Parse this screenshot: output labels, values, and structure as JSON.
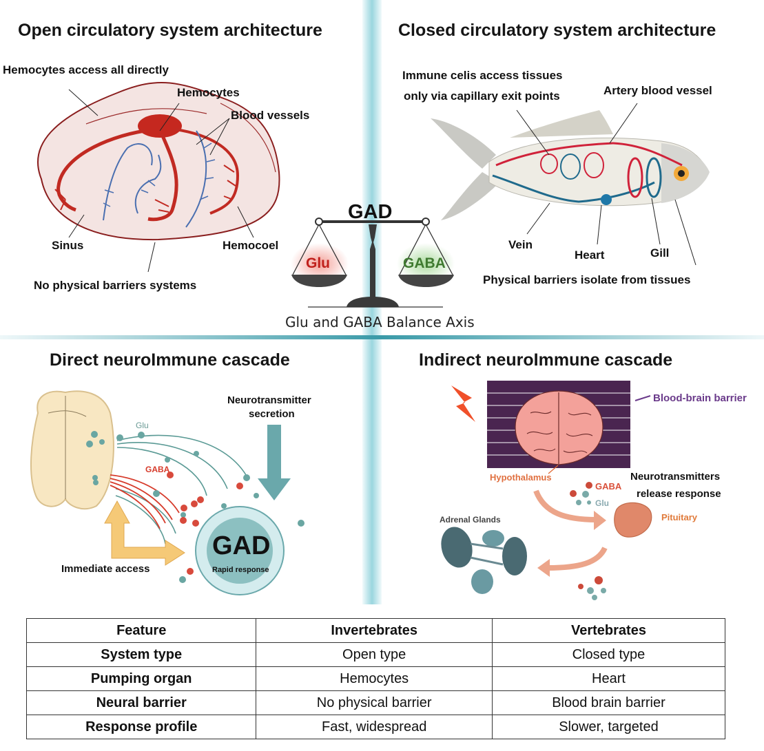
{
  "open_panel": {
    "title": "Open circulatory system architecture",
    "labels": {
      "access": "Hemocytes access all directly",
      "hemocytes": "Hemocytes",
      "vessels": "Blood vessels",
      "sinus": "Sinus",
      "hemocoel": "Hemocoel",
      "barrier": "No physical barriers systems"
    }
  },
  "closed_panel": {
    "title": "Closed circulatory system architecture",
    "labels": {
      "immune_line1": "Immune celis access tissues",
      "immune_line2": "only via capillary exit points",
      "artery": "Artery blood vessel",
      "vein": "Vein",
      "heart": "Heart",
      "gill": "Gill",
      "barrier": "Physical barriers isolate from tissues"
    }
  },
  "balance": {
    "top_label": "GAD",
    "left_pan": "Glu",
    "right_pan": "GABA",
    "caption": "Glu and GABA Balance Axis",
    "colors": {
      "glu": "#c0201c",
      "gaba": "#3f7a30"
    }
  },
  "direct_panel": {
    "title": "Direct neuroImmune cascade",
    "glu_label": "Glu",
    "gaba_label": "GABA",
    "secretion_line1": "Neurotransmitter",
    "secretion_line2": "secretion",
    "access_label": "Immediate access",
    "cell_label": "GAD",
    "cell_sublabel": "Rapid response"
  },
  "indirect_panel": {
    "title": "Indirect neuroImmune cascade",
    "bbb_label": "Blood-brain barrier",
    "hypothalamus_label": "Hypothalamus",
    "gaba_label": "GABA",
    "glu_label": "Glu",
    "release_line1": "Neurotransmitters",
    "release_line2": "release response",
    "pituitary_label": "Pituitary",
    "adrenal_label": "Adrenal Glands"
  },
  "table": {
    "headers": [
      "Feature",
      "Invertebrates",
      "Vertebrates"
    ],
    "rows": [
      [
        "System type",
        "Open type",
        "Closed type"
      ],
      [
        "Pumping organ",
        "Hemocytes",
        "Heart"
      ],
      [
        "Neural barrier",
        "No physical barrier",
        "Blood brain barrier"
      ],
      [
        "Response profile",
        "Fast, widespread",
        "Slower, targeted"
      ]
    ]
  }
}
